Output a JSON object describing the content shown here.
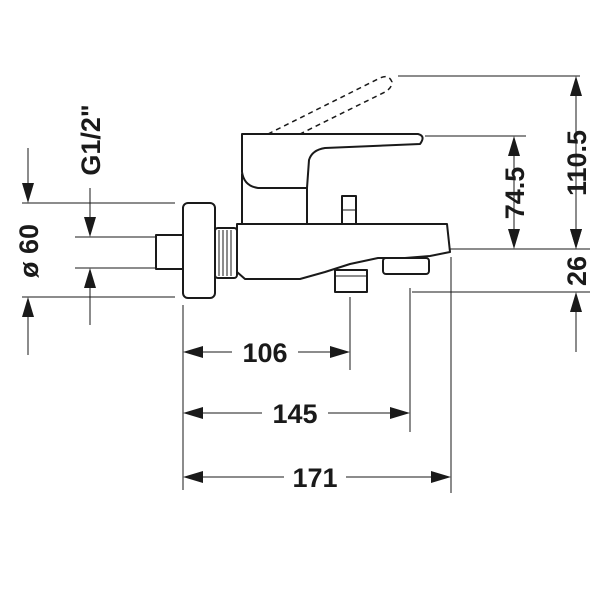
{
  "dimensions": {
    "pipe_diameter": "ø 60",
    "thread": "G1/2\"",
    "height_total": "110.5",
    "height_lever": "74.5",
    "spout_height": "26",
    "depth_diverter": "106",
    "depth_outlet": "145",
    "depth_total": "171"
  },
  "colors": {
    "line": "#1a1a1a",
    "background": "#ffffff"
  }
}
